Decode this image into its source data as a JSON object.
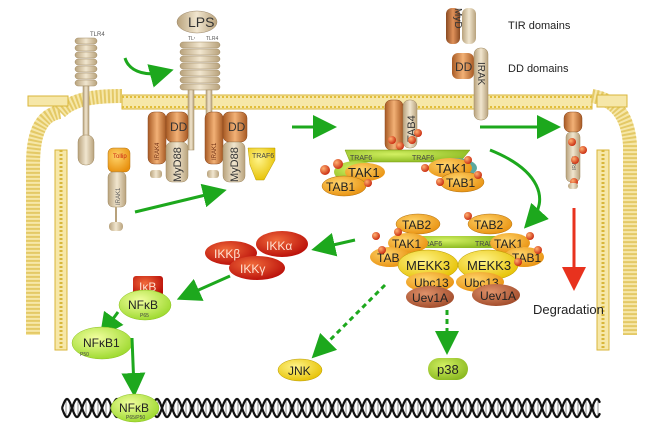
{
  "labels": {
    "faint_header": "",
    "lps": "LPS",
    "tlr4_left": "TLR4",
    "tlr4_mid_a": "TLʳ",
    "tlr4_mid_b": "TLR4",
    "tollip": "Tollip",
    "irak1_a": "IRAK1",
    "irak4": "IRAK4",
    "myd88_a": "MyD88",
    "dd_a": "DD",
    "irak1_b": "IRAK1",
    "myd88_b": "MyD88",
    "dd_b": "DD",
    "traf6_a": "TRAF6",
    "irak_c": "IRAK",
    "tab4": "TAB4",
    "traf6_b": "TRAF6",
    "traf6_c": "TRAF6",
    "tak1_a": "TAK1",
    "tab1_a": "TAB1",
    "tak1_b": "TAK1",
    "tab1_b": "TAB1",
    "irak1_right": "IRAK1",
    "tab2_a": "TAB2",
    "tab2_b": "TAB2",
    "tak1_c": "TAK1",
    "tak1_d": "TAK1",
    "traf6_d": "TRAF6",
    "traf6_e": "TRAF",
    "tab_partial_a": "TAB",
    "tab_partial_b": "TAB1",
    "mekk3_a": "MEKK3",
    "mekk3_b": "MEKK3",
    "ubc13_a": "Ubc13",
    "ubc13_b": "Ubc13",
    "uev1a_a": "Uev1A",
    "uev1a_b": "Uev1A",
    "ikkb": "IKKβ",
    "ikka": "IKKα",
    "ikkg": "IKKγ",
    "ikb": "IκB",
    "nfkb": "NFκB",
    "p65": "P65",
    "nfkb1": "NFκB1",
    "p50": "P50",
    "nfkb_nuc": "NFκB",
    "p65p50": "P65/P50",
    "jnk": "JNK",
    "p38": "p38",
    "degradation": "Degradation"
  },
  "legend": {
    "tir_domain_label": "MyD",
    "tir_text": "TIR domains",
    "dd_domain_label": "DD",
    "dd_text": "DD domains",
    "irak_legend": "IRAK"
  },
  "colors": {
    "membrane": "#E8C64A",
    "arrow_green": "#1DA81D",
    "degradation_arrow": "#E8321E",
    "ikk_red": "#C8140F",
    "nfkb_green": "#B4E84A",
    "kinase_yellow": "#F0D21E",
    "tab_orange": "#F2A81E",
    "uev_brown": "#B0603C",
    "receptor_tan": "#D8C8A8",
    "phospho": "#D2321E"
  }
}
